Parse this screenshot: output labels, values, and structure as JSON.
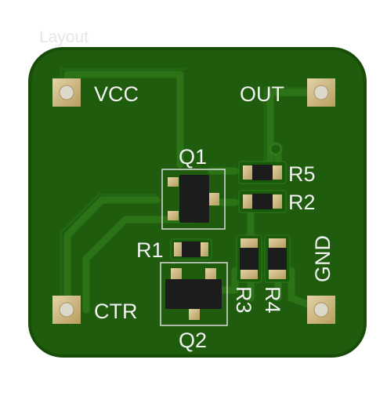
{
  "header": {
    "title": "Layout"
  },
  "board": {
    "colors": {
      "copper_fill": "#1f5c0e",
      "trace": "#2c7318",
      "pad": "#c9b27a",
      "silkscreen": "#f2f2f2",
      "component_body": "#1c1c1c"
    },
    "labels": {
      "vcc": "VCC",
      "out": "OUT",
      "ctr": "CTR",
      "gnd": "GND",
      "q1": "Q1",
      "q2": "Q2",
      "r1": "R1",
      "r2": "R2",
      "r3": "R3",
      "r4": "R4",
      "r5": "R5"
    }
  }
}
